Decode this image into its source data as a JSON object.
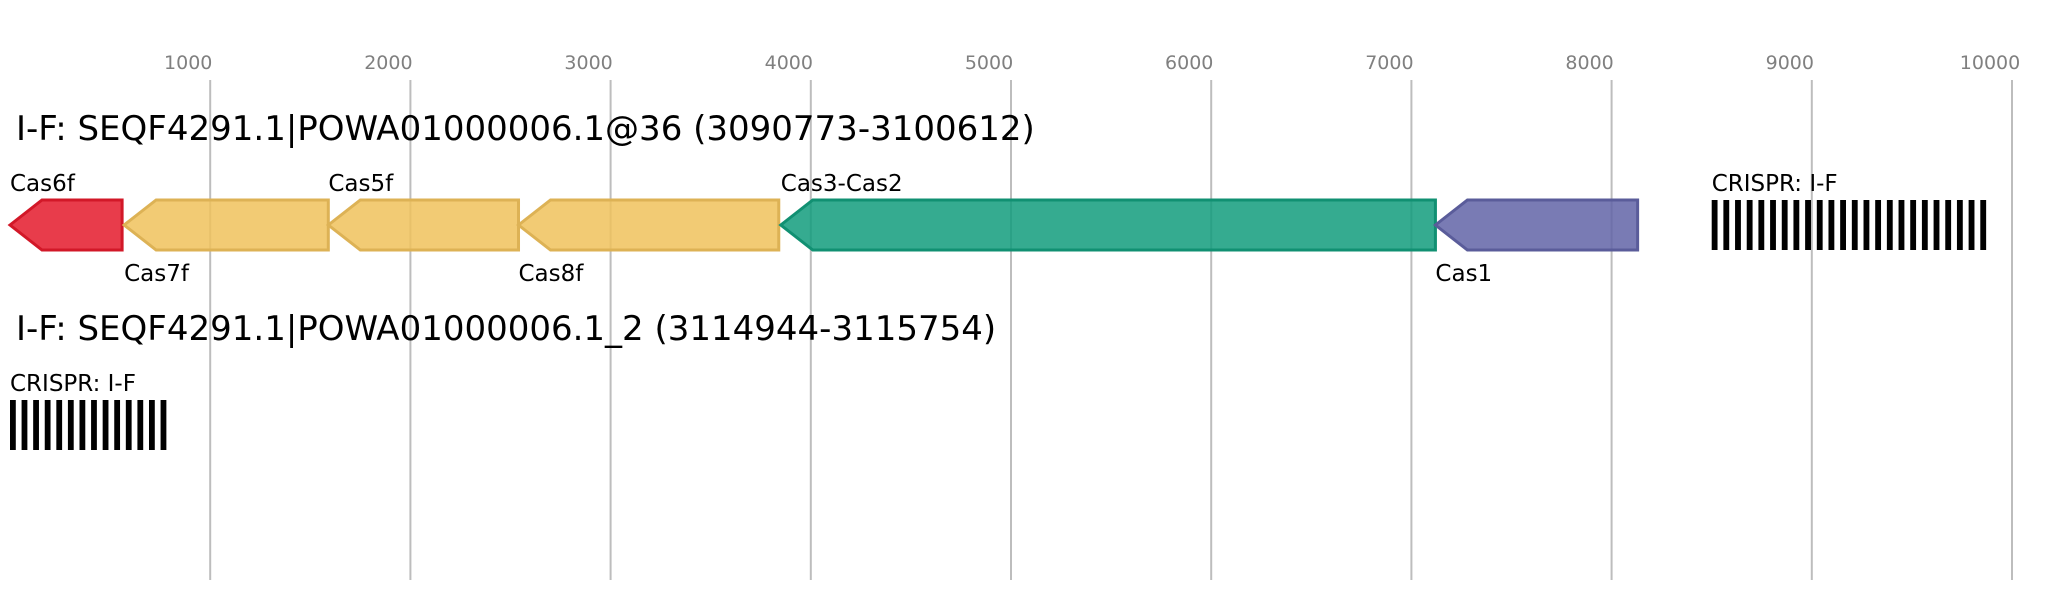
{
  "axis": {
    "min": 0,
    "max": 10000,
    "ticks": [
      1000,
      2000,
      3000,
      4000,
      5000,
      6000,
      7000,
      8000,
      9000,
      10000
    ]
  },
  "tracks": [
    {
      "title": "I-F: SEQF4291.1|POWA01000006.1@36 (3090773-3100612)",
      "genes": [
        {
          "name": "Cas6f",
          "start": 0,
          "end": 560,
          "strand": "-",
          "color": "#e41a2c",
          "label_pos": "above"
        },
        {
          "name": "Cas7f",
          "start": 570,
          "end": 1590,
          "strand": "-",
          "color": "#f0c25c",
          "label_pos": "below"
        },
        {
          "name": "Cas5f",
          "start": 1590,
          "end": 2540,
          "strand": "-",
          "color": "#f0c25c",
          "label_pos": "above"
        },
        {
          "name": "Cas8f",
          "start": 2540,
          "end": 3840,
          "strand": "-",
          "color": "#f0c25c",
          "label_pos": "below"
        },
        {
          "name": "Cas3-Cas2",
          "start": 3850,
          "end": 7120,
          "strand": "-",
          "color": "#129c7c",
          "label_pos": "above"
        },
        {
          "name": "Cas1",
          "start": 7120,
          "end": 8130,
          "strand": "-",
          "color": "#6264a7",
          "label_pos": "below"
        }
      ],
      "crispr": {
        "label": "CRISPR: I-F",
        "start": 8500,
        "end": 9900,
        "repeats": 24
      }
    },
    {
      "title": "I-F: SEQF4291.1|POWA01000006.1_2 (3114944-3115754)",
      "genes": [],
      "crispr": {
        "label": "CRISPR: I-F",
        "start": 0,
        "end": 810,
        "repeats": 14
      }
    }
  ]
}
